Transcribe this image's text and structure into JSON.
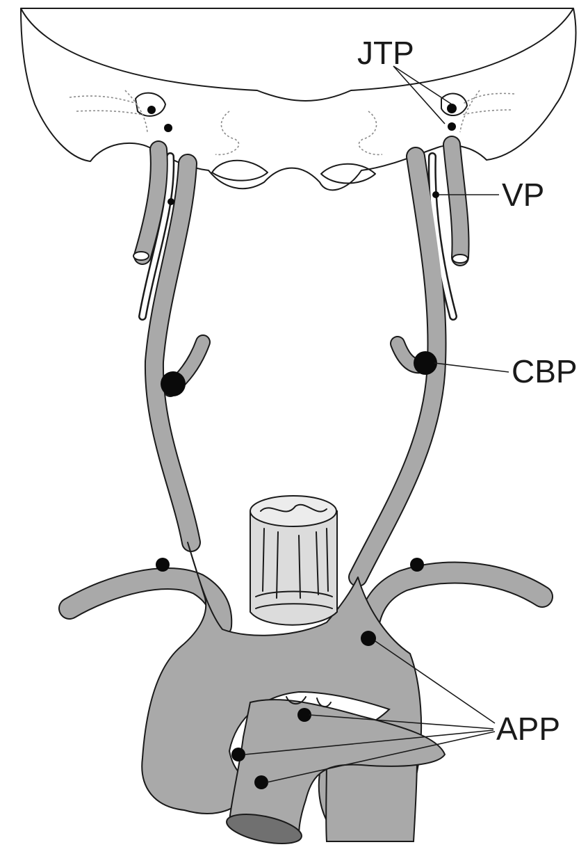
{
  "labels": {
    "jtp": "JTP",
    "vp": "VP",
    "cbp": "CBP",
    "app": "APP"
  },
  "colors": {
    "vessel_fill": "#a9a9a9",
    "vessel_outline": "#1a1a1a",
    "node": "#0a0a0a",
    "trachea": "#dcdcdc",
    "background": "#ffffff"
  }
}
